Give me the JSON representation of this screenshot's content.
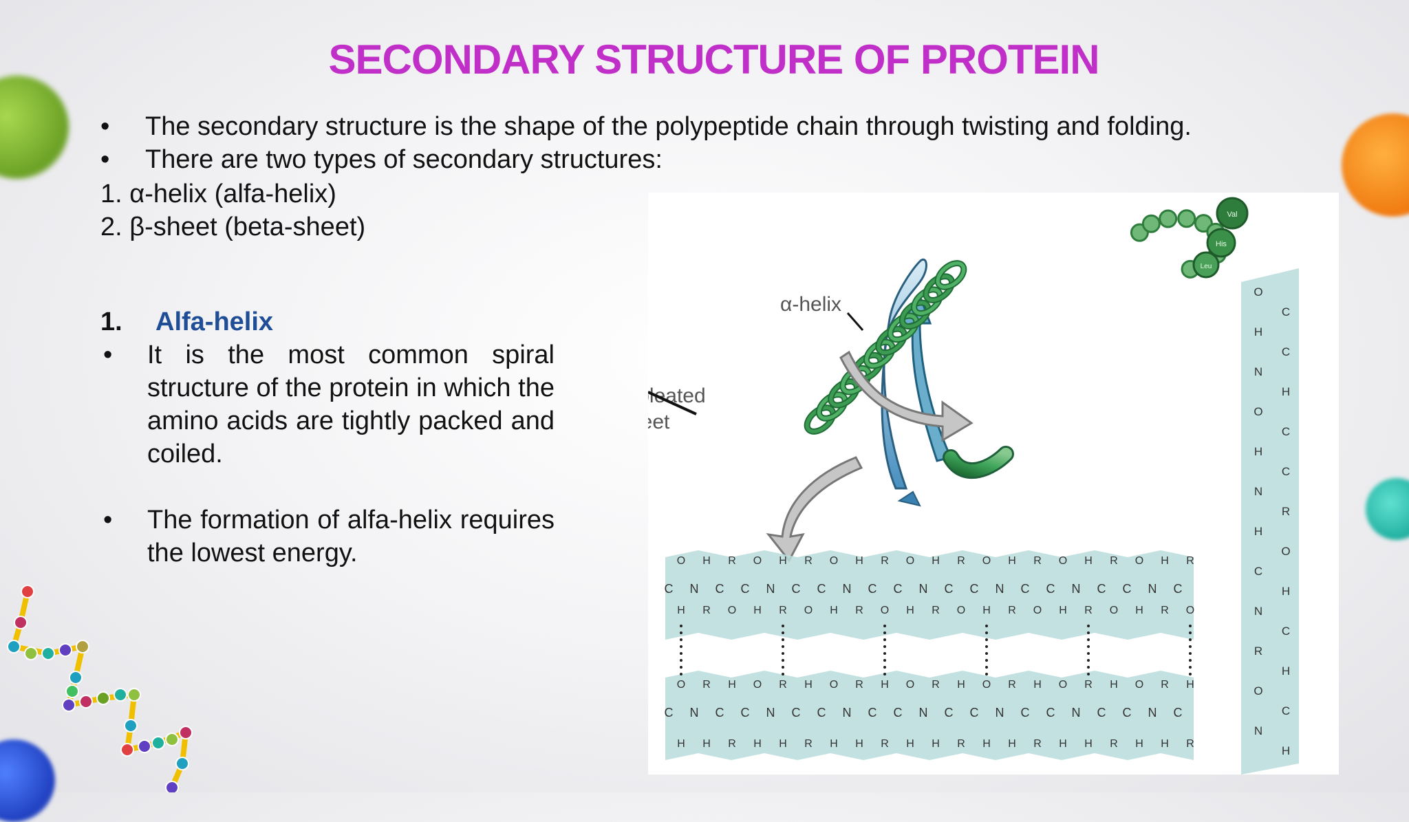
{
  "slide": {
    "title": "SECONDARY STRUCTURE OF PROTEIN",
    "intro": [
      {
        "bullet": "•",
        "text": "The secondary structure is the shape of the polypeptide chain through twisting and folding."
      },
      {
        "bullet": "•",
        "text": "There are two types of secondary structures:"
      }
    ],
    "types": [
      "1. α-helix (alfa-helix)",
      "2. β-sheet (beta-sheet)"
    ],
    "section": {
      "number": "1.",
      "heading": "Alfa-helix",
      "points": [
        {
          "bullet": "•",
          "text": "It is the most common spiral structure of the protein in which the amino acids are tightly packed and coiled."
        },
        {
          "bullet": "•",
          "text": "The formation of alfa-helix requires the lowest energy."
        }
      ]
    }
  },
  "figure": {
    "labels": {
      "alpha": "α-helix",
      "beta_line1": "β-pleated",
      "beta_line2": "sheet",
      "bead1": "Val",
      "bead2": "His",
      "bead3": "Leu"
    },
    "atoms": {
      "C": "C",
      "N": "N",
      "H": "H",
      "O": "O",
      "R": "R"
    }
  },
  "colors": {
    "title": "#c030c8",
    "heading": "#1f4e96",
    "helix": "#2e8b4a",
    "sheet_band": "#b9dcdb",
    "beta_arrow": "#5ea0cc"
  }
}
